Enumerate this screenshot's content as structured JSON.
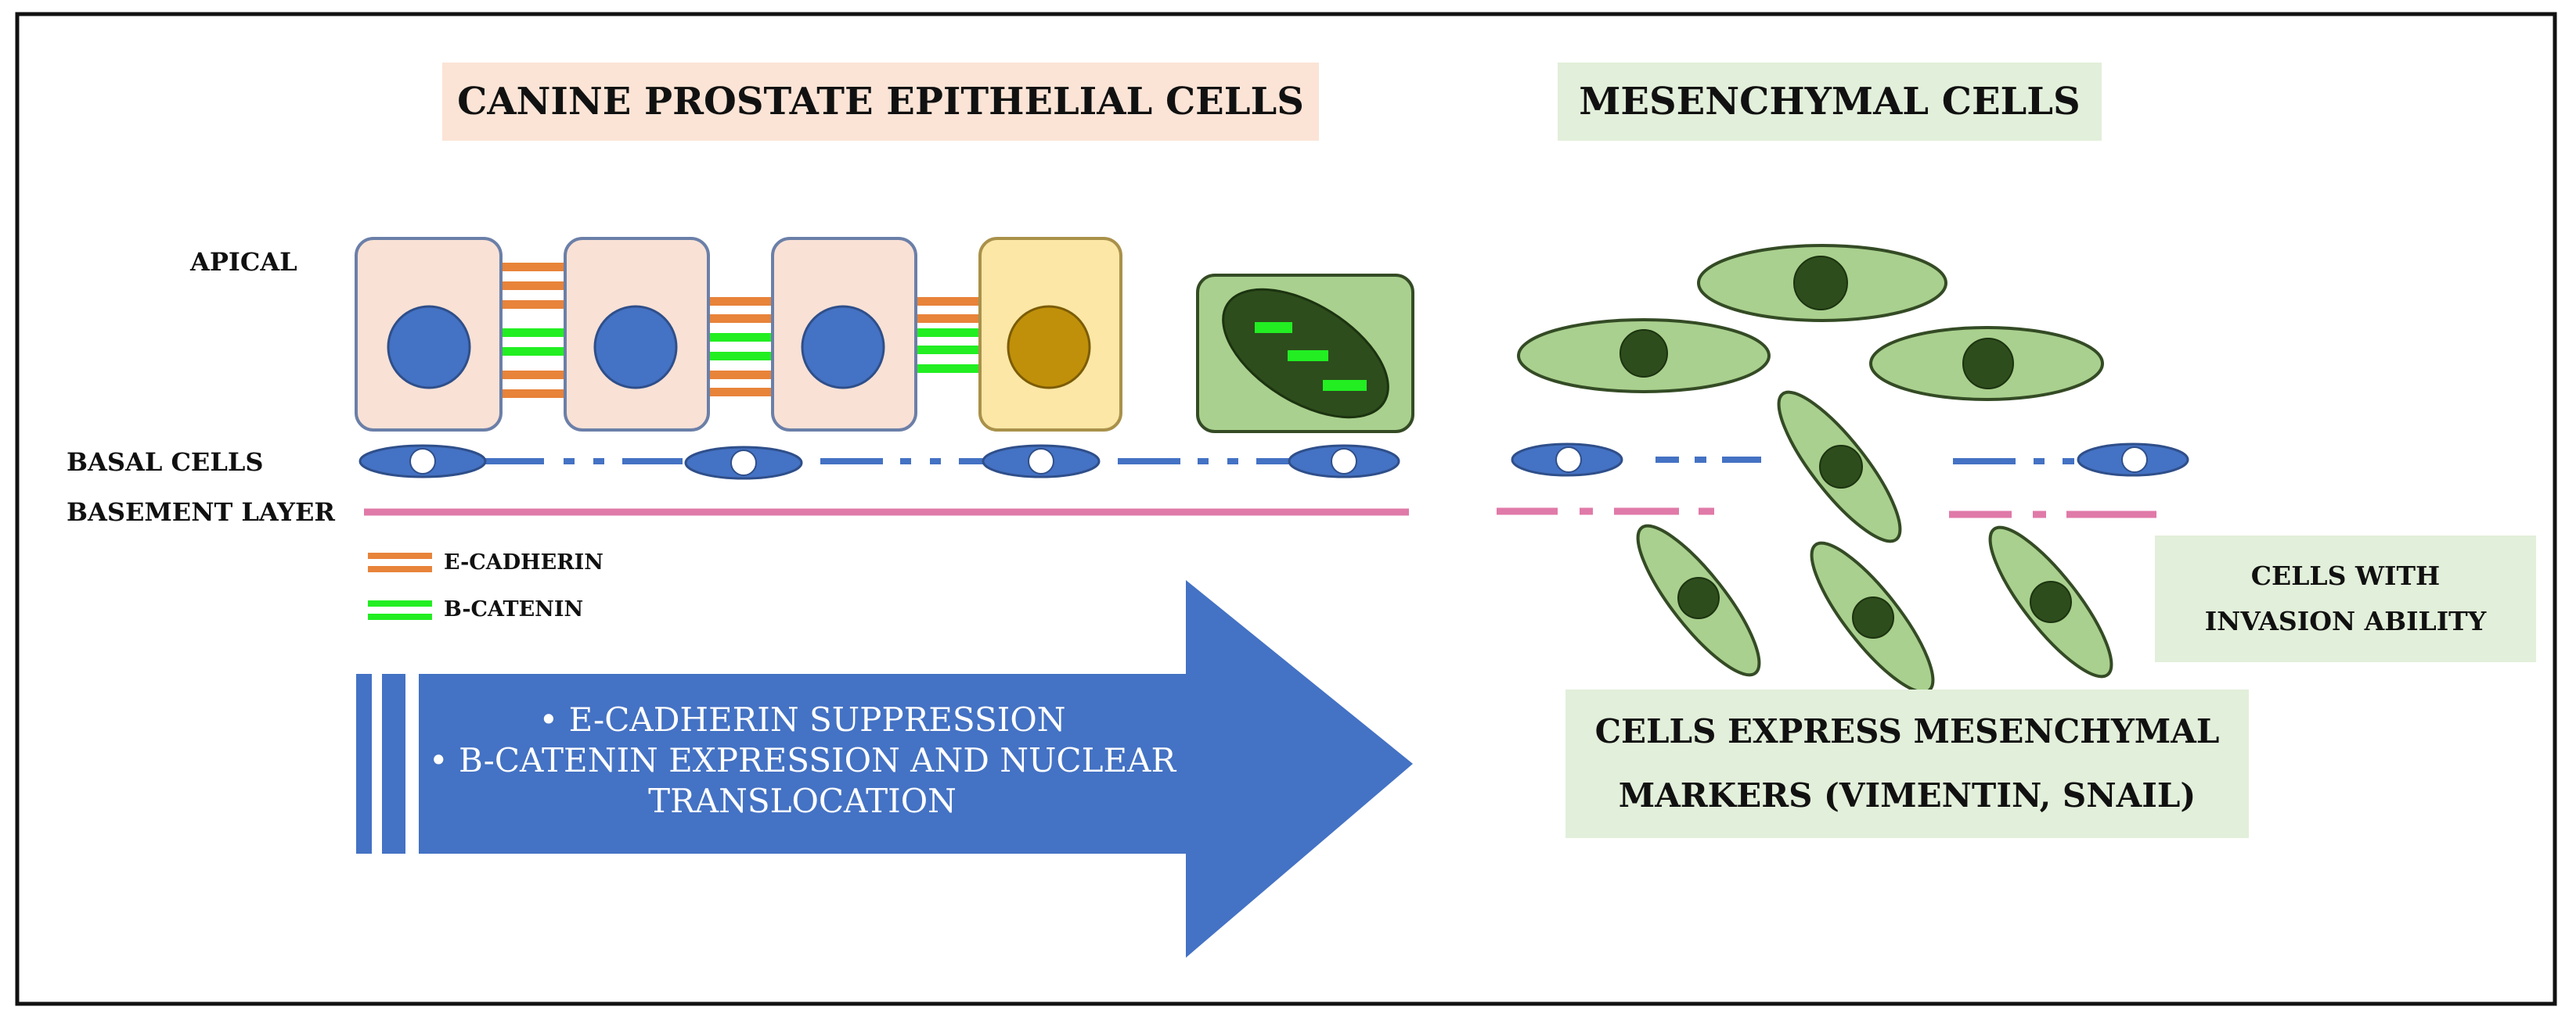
{
  "headers": {
    "epithelial": "CANINE PROSTATE EPITHELIAL CELLS",
    "mesenchymal": "MESENCHYMAL CELLS"
  },
  "labels": {
    "apical": "APICAL",
    "basal_cells": "BASAL CELLS",
    "basement_layer": "BASEMENT LAYER"
  },
  "legend": [
    {
      "label": "E-CADHERIN",
      "color": "#e8833a"
    },
    {
      "label": "B-CATENIN",
      "color": "#22ee22"
    }
  ],
  "arrow": {
    "lines": [
      "• E-CADHERIN SUPPRESSION",
      "• B-CATENIN EXPRESSION AND NUCLEAR",
      "TRANSLOCATION"
    ],
    "color": "#4472c4"
  },
  "boxes": {
    "invasion": [
      "CELLS WITH",
      "INVASION ABILITY"
    ],
    "markers": [
      "CELLS EXPRESS MESENCHYMAL",
      "MARKERS (VIMENTIN, SNAIL)"
    ]
  },
  "colors": {
    "epithelial_cell": "#f9e1d5",
    "nucleus_blue": "#4472c4",
    "yellow_cell": "#fce7a6",
    "yellow_nucleus": "#c0900a",
    "green_cell": "#a9d08e",
    "dark_nucleus": "#2d4d1c",
    "header_epithelial_bg": "#fbe4d6",
    "header_mesenchymal_bg": "#e2efda",
    "basement": "#e07aa8"
  }
}
